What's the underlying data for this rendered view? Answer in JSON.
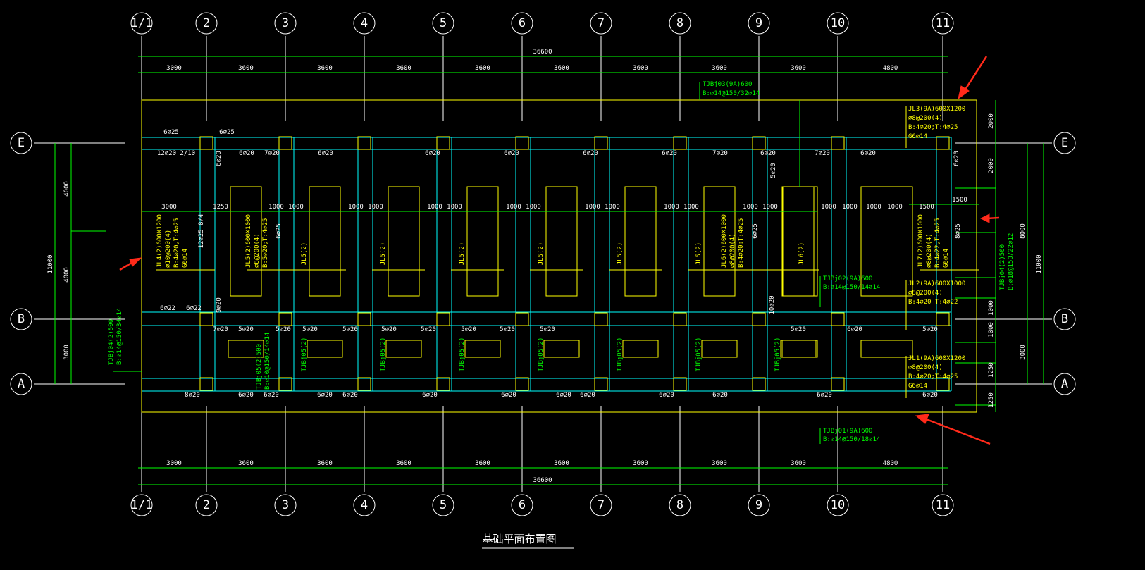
{
  "drawing_title": "基础平面布置图",
  "colors": {
    "background": "#000000",
    "grid": "#ffffff",
    "beam": "#00ffff",
    "footing": "#ffff00",
    "dimension": "#00ff00",
    "arrow": "#ff2a1a"
  },
  "axes_x": [
    "1/1",
    "2",
    "3",
    "4",
    "5",
    "6",
    "7",
    "8",
    "9",
    "10",
    "11"
  ],
  "axes_y": [
    "E",
    "B",
    "A"
  ],
  "dims_top": {
    "overall": "36600",
    "segments": [
      "3000",
      "3600",
      "3600",
      "3600",
      "3600",
      "3600",
      "3600",
      "3600",
      "3600",
      "4800"
    ]
  },
  "dims_bottom": {
    "overall": "36600",
    "segments": [
      "3000",
      "3600",
      "3600",
      "3600",
      "3600",
      "3600",
      "3600",
      "3600",
      "3600",
      "4800"
    ]
  },
  "dims_left": {
    "overall": "11000",
    "segments": [
      "4000",
      "4000",
      "3000"
    ]
  },
  "dims_right": {
    "overall": "11000",
    "sub": [
      "8000",
      "3000"
    ],
    "segments": [
      "2000",
      "2000",
      "1500",
      "1000",
      "1000",
      "1250",
      "1250"
    ]
  },
  "inner_dims": [
    "3000",
    "1250",
    "1000",
    "1000",
    "1000",
    "1000",
    "1000",
    "1000",
    "1000",
    "1000",
    "1000",
    "1000",
    "1000",
    "1000",
    "1000",
    "1000",
    "1000",
    "1000",
    "1000",
    "1000",
    "1500"
  ],
  "annotations": {
    "tjb03": [
      "TJBj03(9A)600",
      "B:⌀14@150/32⌀14"
    ],
    "tjb01": [
      "TJBj01(9A)600",
      "B:⌀14@150/18⌀14"
    ],
    "tjb02": [
      "TJBj02(9A)600",
      "B:⌀14@150/14⌀14"
    ],
    "tjb04": [
      "TJBj04(2)500",
      "B:⌀14@150/34⌀14"
    ],
    "tjb_right": [
      "TJBj04(2)500",
      "B:⌀18@150/22⌀12"
    ],
    "tjb05": [
      "TJBj05(2)500",
      "B:⌀10@150/14⌀14"
    ],
    "jl3": [
      "JL3(9A)600X1200",
      "⌀8@200(4)",
      "B:4⌀20;T:4⌀25",
      "G6⌀14"
    ],
    "jl2": [
      "JL2(9A)600X1000",
      "⌀8@200(4)",
      "B:4⌀20 T:4⌀22"
    ],
    "jl1": [
      "JL1(9A)600X1200",
      "⌀8@200(4)",
      "B:4⌀20;T:4⌀25",
      "G6⌀14"
    ],
    "jl4": [
      "JL4(2)600X1200",
      "⌀10@200(4)",
      "B:4⌀20,T:4⌀25",
      "G6⌀14"
    ],
    "jl5": [
      "JL5(2)600X1000",
      "⌀8@200(4)",
      "B:5⌀20;T:4⌀25"
    ],
    "jl6": [
      "JL6(2)600X1000",
      "⌀8@200(4)",
      "B:4⌀20;T:4⌀25"
    ],
    "jl7": [
      "JL7(2)600X1000",
      "⌀8@200(4)",
      "B:4⌀22,T:4⌀25",
      "G6⌀14"
    ],
    "jl5_short": "JL5(2)",
    "jl6_short": "JL6(2)",
    "tjb05_short": "TJBj05(2)",
    "rebar_top": [
      "6⌀25",
      "6⌀25",
      "12⌀20 2/10",
      "6⌀20",
      "7⌀20",
      "6⌀20",
      "6⌀20",
      "6⌀20",
      "6⌀20",
      "6⌀20",
      "7⌀20",
      "6⌀20",
      "7⌀20",
      "6⌀20"
    ],
    "rebar_mid": [
      "6⌀22",
      "6⌀22",
      "7⌀20",
      "5⌀20",
      "5⌀20",
      "5⌀20",
      "5⌀20",
      "5⌀20",
      "5⌀20",
      "5⌀20",
      "5⌀20",
      "5⌀20",
      "6⌀20",
      "5⌀20",
      "5⌀20"
    ],
    "rebar_bot": [
      "8⌀20",
      "6⌀20",
      "6⌀20",
      "6⌀20",
      "6⌀20",
      "6⌀20",
      "6⌀20",
      "6⌀20",
      "6⌀20",
      "6⌀20",
      "6⌀20",
      "6⌀20",
      "6⌀20"
    ],
    "rebar_side": [
      "12⌀25 8/4",
      "6⌀25",
      "6⌀25",
      "8⌀25",
      "6⌀20",
      "9⌀20",
      "10⌀20",
      "5⌀20",
      "6⌀20"
    ]
  }
}
